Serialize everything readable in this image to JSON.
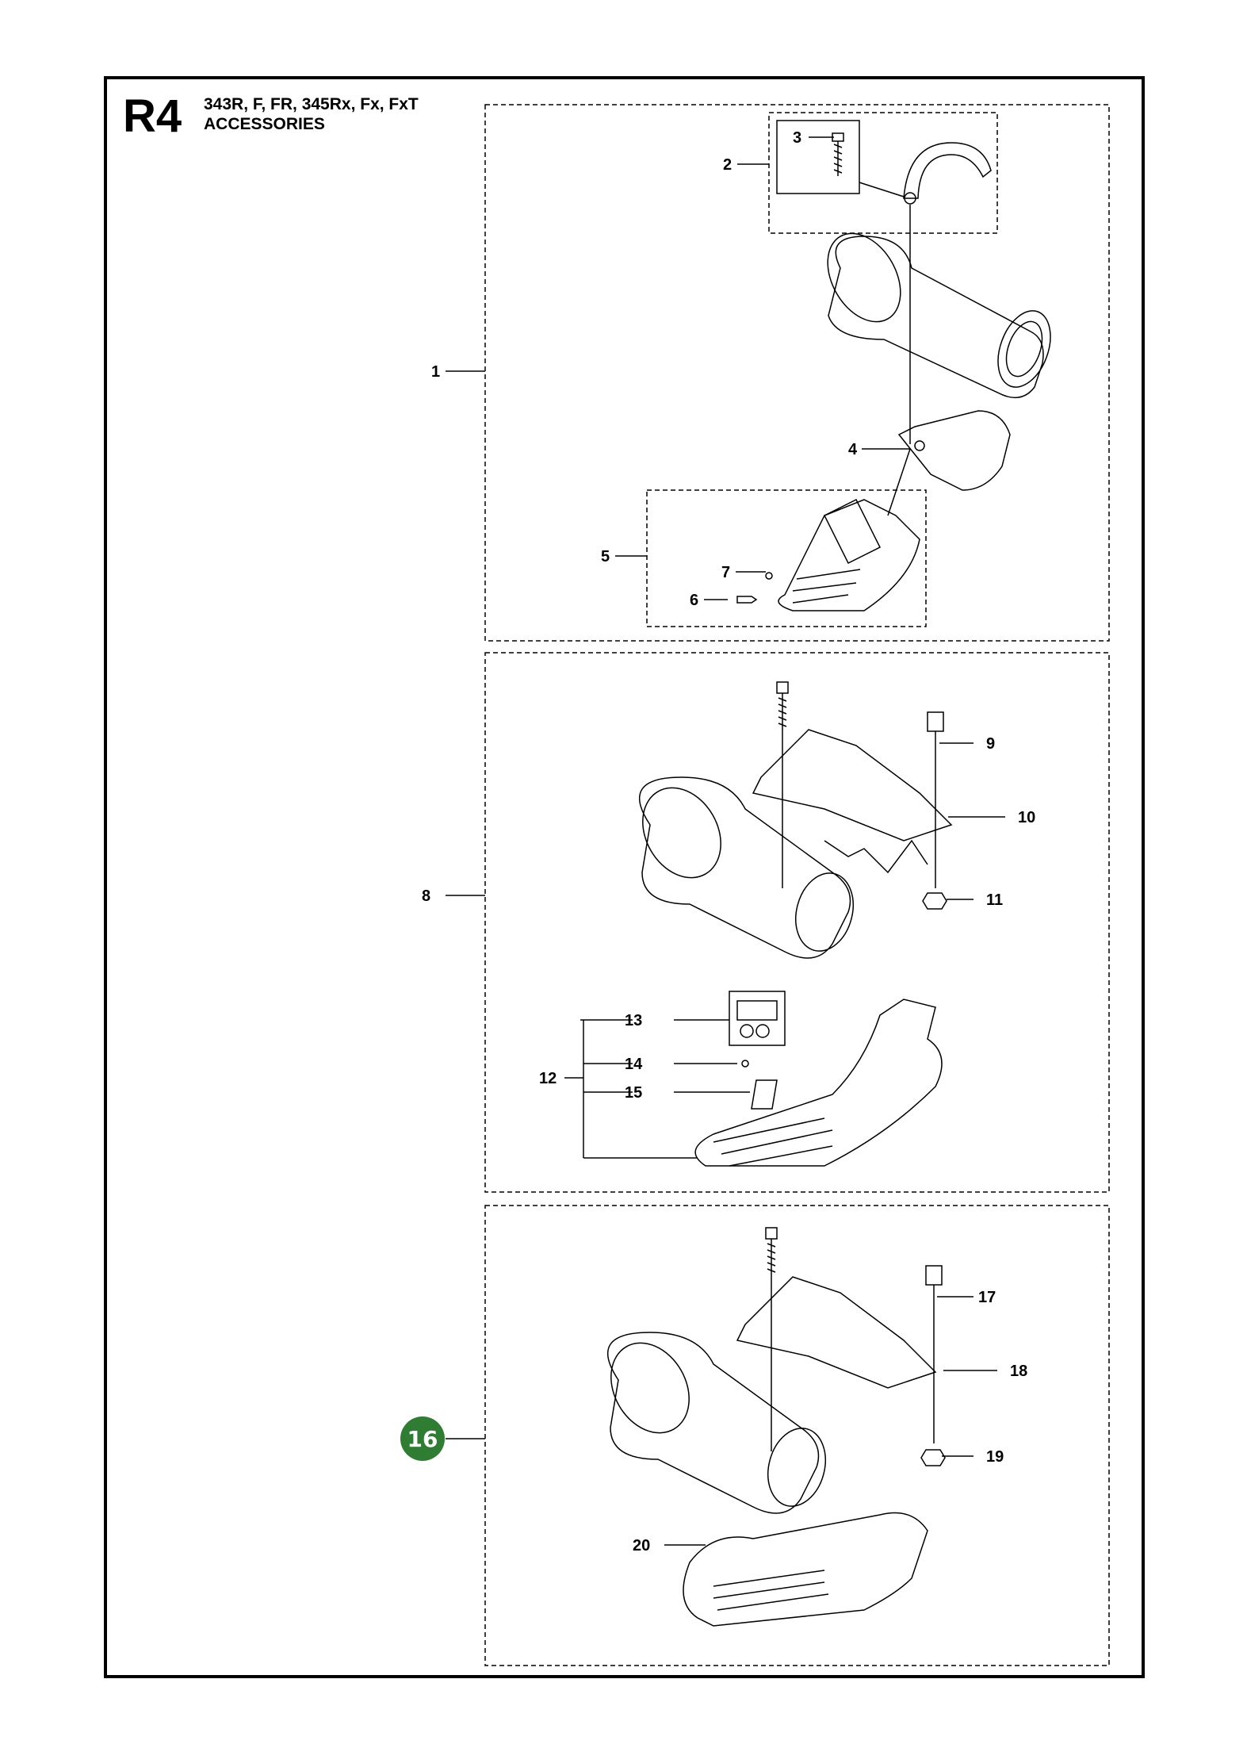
{
  "header": {
    "code": "R4",
    "models": "343R, F, FR, 345Rx, Fx, FxT",
    "section": "ACCESSORIES"
  },
  "labels": {
    "l1": "1",
    "l2": "2",
    "l3": "3",
    "l4": "4",
    "l5": "5",
    "l6": "6",
    "l7": "7",
    "l8": "8",
    "l9": "9",
    "l10": "10",
    "l11": "11",
    "l12": "12",
    "l13": "13",
    "l14": "14",
    "l15": "15",
    "l16": "16",
    "l17": "17",
    "l18": "18",
    "l19": "19",
    "l20": "20"
  },
  "highlight": {
    "part": "16",
    "color": "#2e7d32"
  }
}
